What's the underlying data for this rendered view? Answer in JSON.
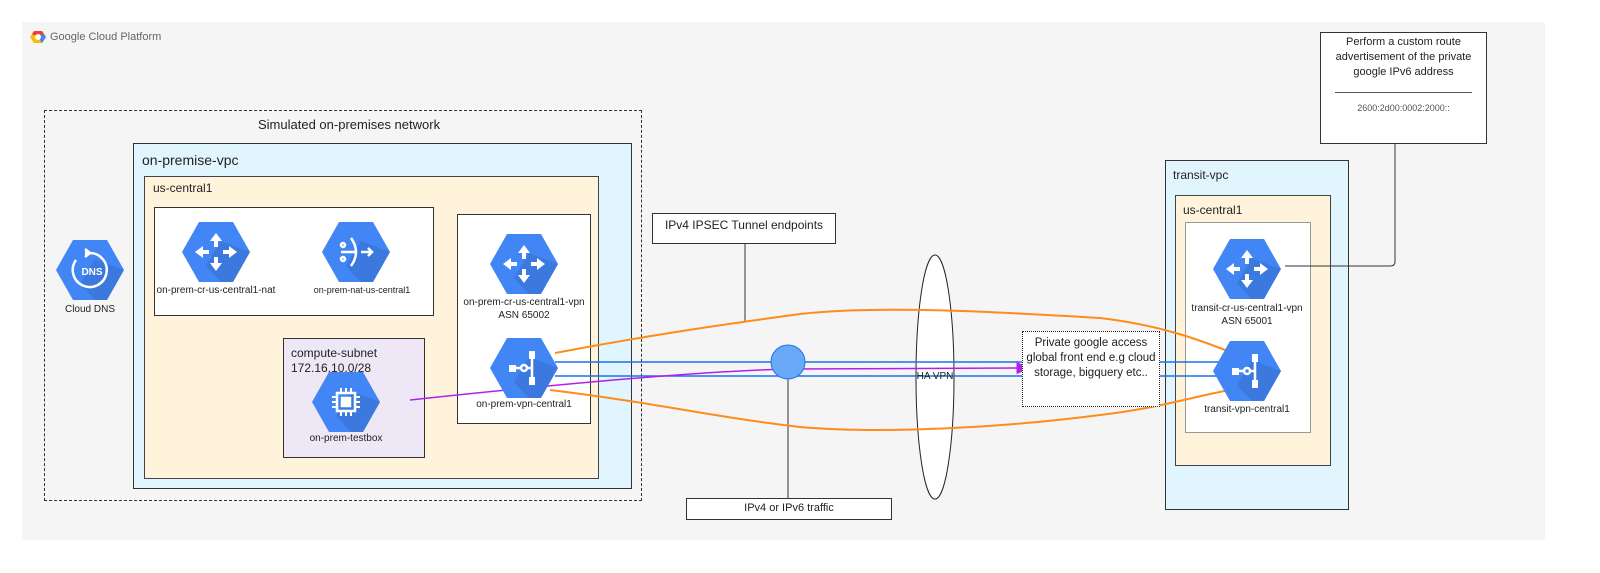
{
  "brand": {
    "logo_text": "Google Cloud Platform"
  },
  "onprem": {
    "title": "Simulated on-premises network",
    "vpc": "on-premise-vpc",
    "region": "us-central1",
    "dns": "Cloud DNS",
    "nat_router": "on-prem-cr-us-central1-nat",
    "nat": "on-prem-nat-us-central1",
    "subnet_name": "compute-subnet",
    "subnet_cidr": "172.16.10.0/28",
    "testbox": "on-prem-testbox",
    "vpn_router": "on-prem-cr-us-central1-vpn",
    "vpn_router_asn": "ASN 65002",
    "vpn_gw": "on-prem-vpn-central1"
  },
  "transit": {
    "vpc": "transit-vpc",
    "region": "us-central1",
    "router": "transit-cr-us-central1-vpn",
    "router_asn": "ASN 65001",
    "vpn_gw": "transit-vpn-central1"
  },
  "notes": {
    "ipsec": "IPv4 IPSEC Tunnel endpoints",
    "traffic": "IPv4 or IPv6 traffic",
    "ha_vpn": "HA VPN",
    "pga": "Private google access global front end e.g cloud storage, bigquery etc..",
    "custom_route": "Perform a custom route advertisement of the private google IPv6 address",
    "ipv6_address": "2600:2d00:0002:2000::"
  },
  "colors": {
    "icon_blue": "#4285f4",
    "tunnel": "#ff8c1a",
    "link": "#1a73e8",
    "flow": "#b11ff0"
  }
}
